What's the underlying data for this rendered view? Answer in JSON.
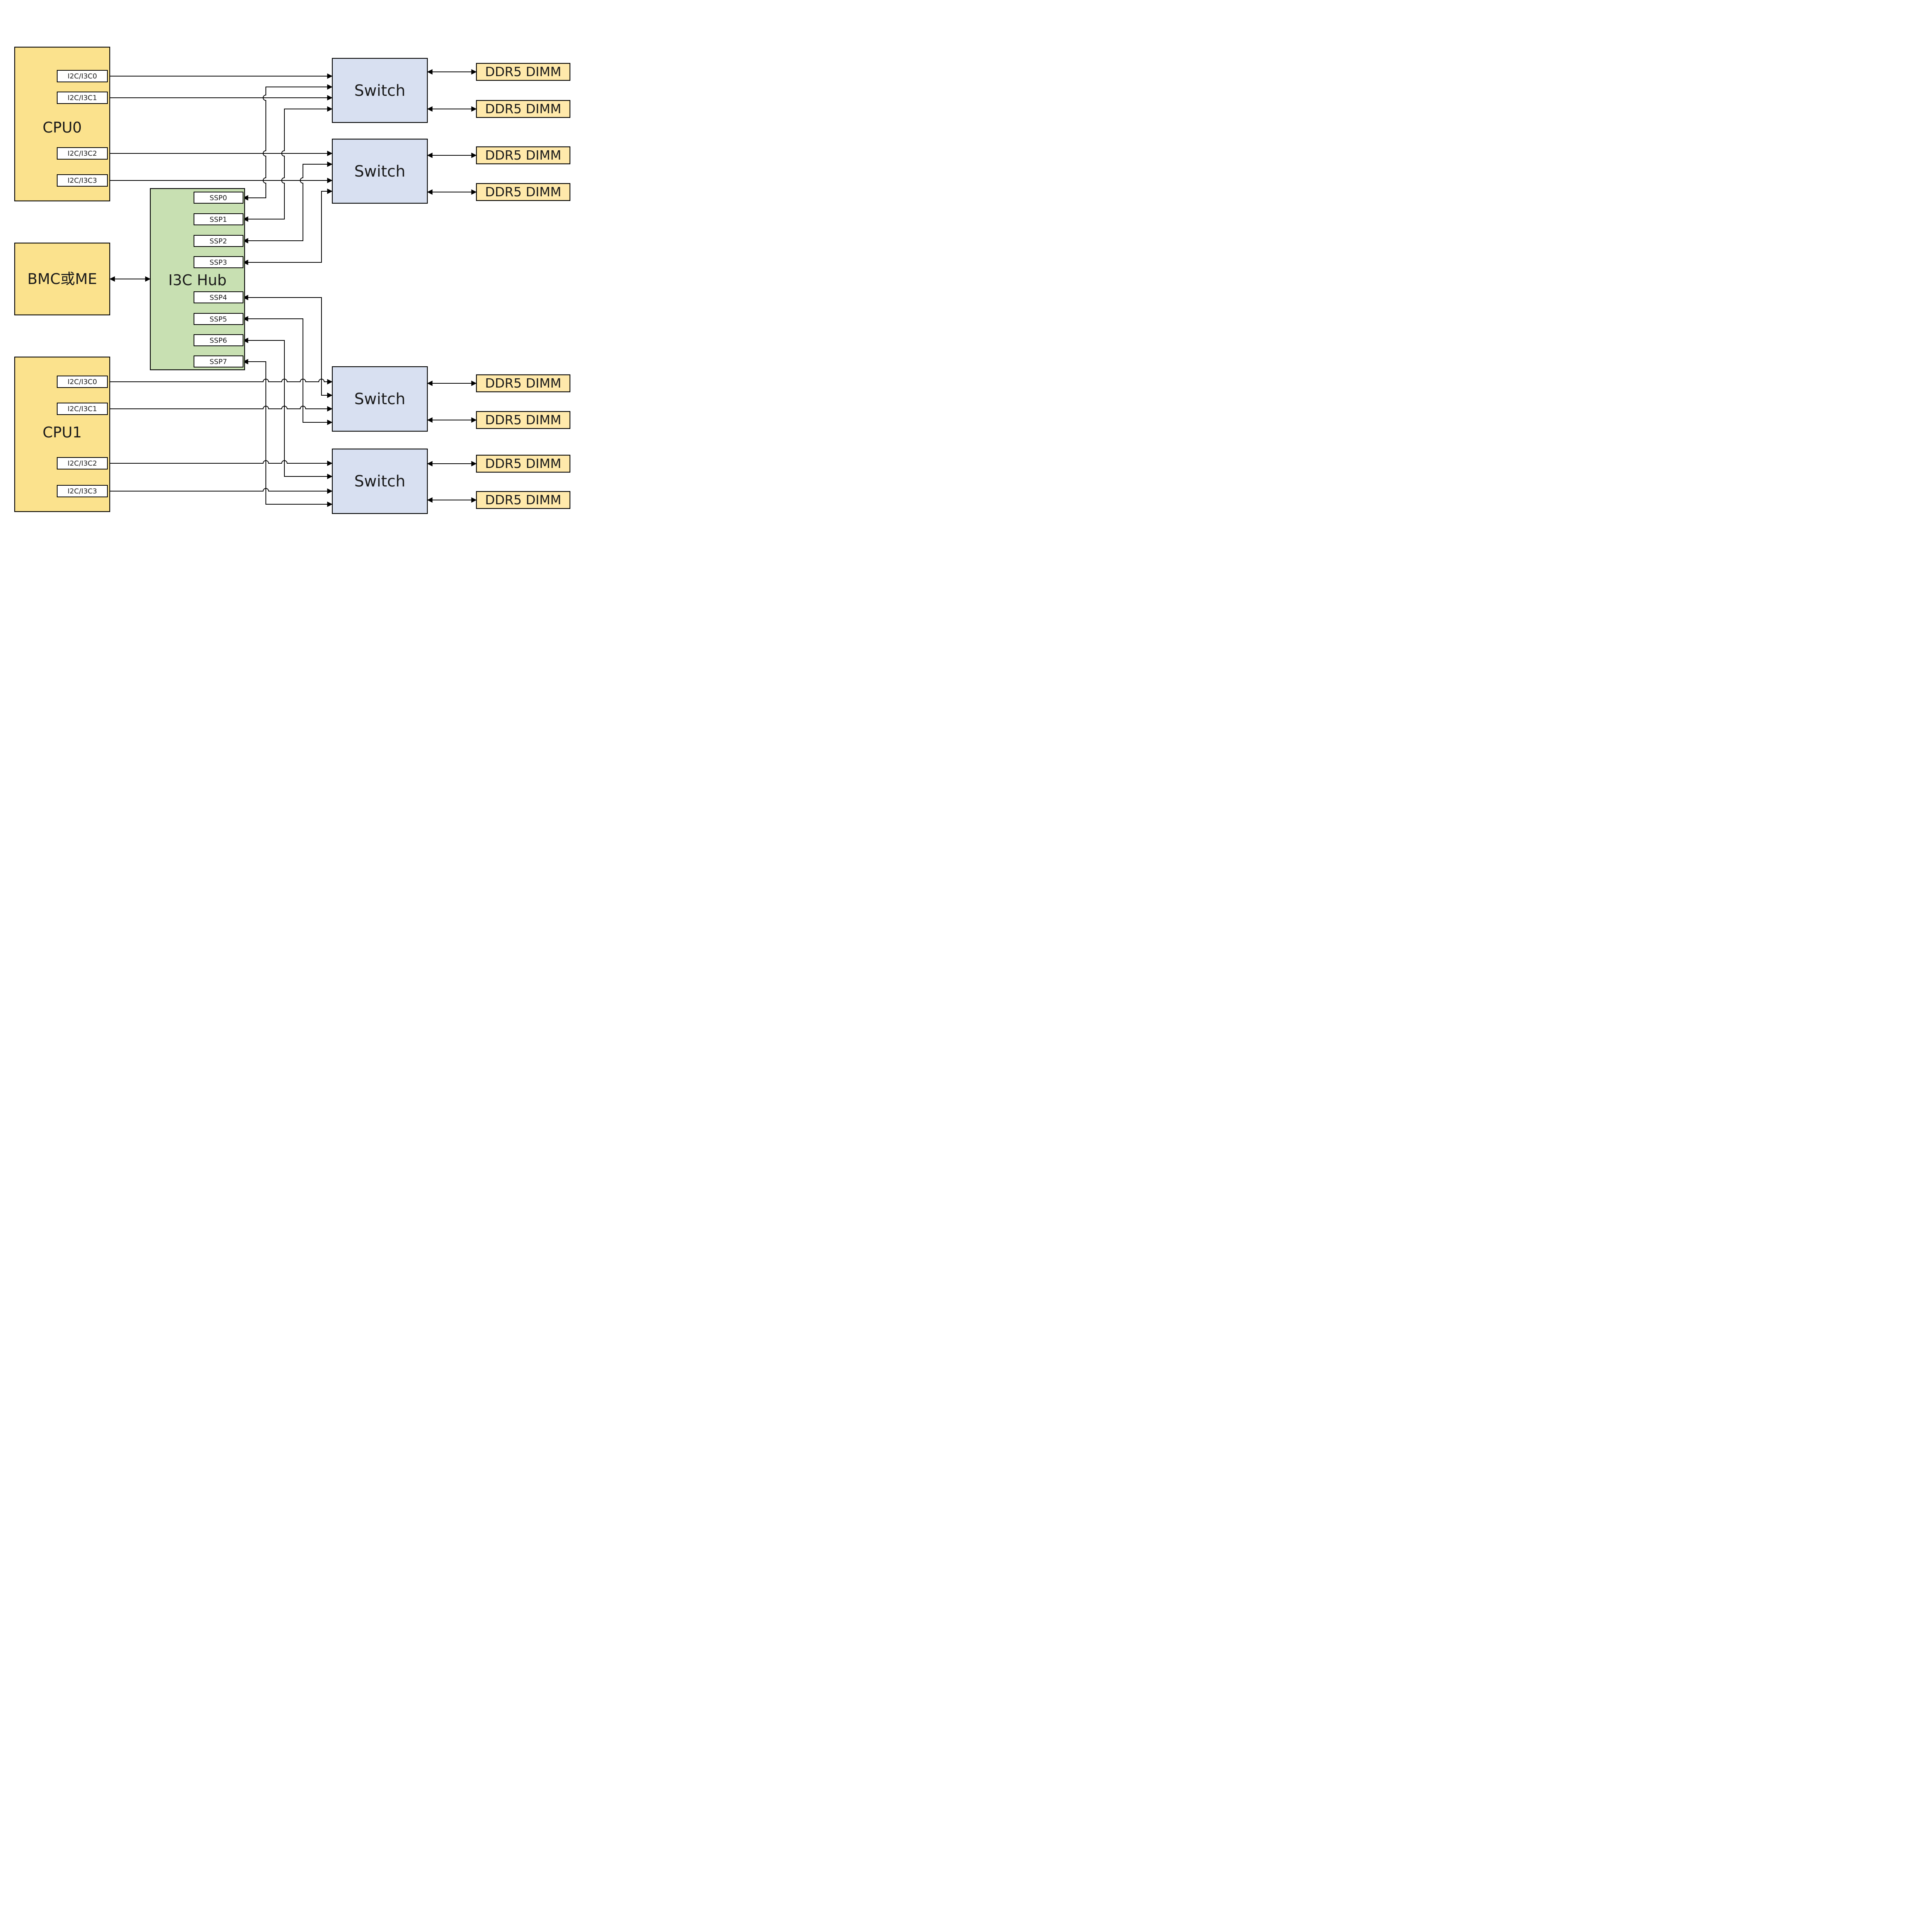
{
  "colors": {
    "cpu_fill": "#fbe28d",
    "bmc_fill": "#fbe28d",
    "hub_fill": "#c8e0b2",
    "switch_fill": "#d8e0f1",
    "dimm_fill": "#ffe9ab",
    "port_fill": "#ffffff",
    "line": "#000000"
  },
  "cpu0": {
    "label": "CPU0",
    "ports": [
      "I2C/I3C0",
      "I2C/I3C1",
      "I2C/I3C2",
      "I2C/I3C3"
    ]
  },
  "cpu1": {
    "label": "CPU1",
    "ports": [
      "I2C/I3C0",
      "I2C/I3C1",
      "I2C/I3C2",
      "I2C/I3C3"
    ]
  },
  "bmc": {
    "label": "BMC或ME"
  },
  "hub": {
    "label": "I3C Hub",
    "ports": [
      "SSP0",
      "SSP1",
      "SSP2",
      "SSP3",
      "SSP4",
      "SSP5",
      "SSP6",
      "SSP7"
    ]
  },
  "switches": [
    {
      "label": "Switch"
    },
    {
      "label": "Switch"
    },
    {
      "label": "Switch"
    },
    {
      "label": "Switch"
    }
  ],
  "dimms": [
    {
      "label": "DDR5 DIMM"
    },
    {
      "label": "DDR5 DIMM"
    },
    {
      "label": "DDR5 DIMM"
    },
    {
      "label": "DDR5 DIMM"
    },
    {
      "label": "DDR5 DIMM"
    },
    {
      "label": "DDR5 DIMM"
    },
    {
      "label": "DDR5 DIMM"
    },
    {
      "label": "DDR5 DIMM"
    }
  ]
}
